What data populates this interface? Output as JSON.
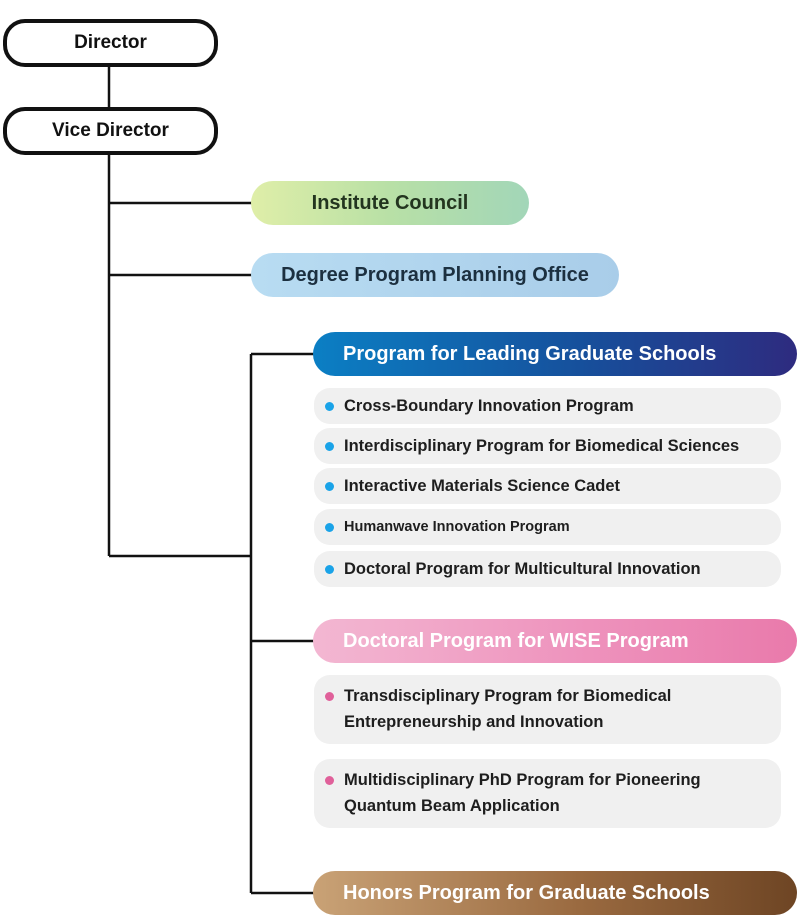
{
  "director": "Director",
  "vice_director": "Vice Director",
  "institute_council": "Institute Council",
  "planning_office": "Degree Program Planning Office",
  "leading": {
    "title": "Program for Leading Graduate Schools",
    "items": [
      "Cross-Boundary Innovation Program",
      "Interdisciplinary Program for Biomedical Sciences",
      "Interactive Materials Science Cadet",
      "Humanwave Innovation Program",
      "Doctoral Program for Multicultural Innovation"
    ]
  },
  "wise": {
    "title": "Doctoral Program for WISE Program",
    "items": [
      {
        "line1": "Transdisciplinary Program for Biomedical",
        "line2": "Entrepreneurship and Innovation"
      },
      {
        "line1": "Multidisciplinary PhD Program for Pioneering",
        "line2": "Quantum Beam Application"
      }
    ]
  },
  "honors": "Honors Program for Graduate Schools",
  "colors": {
    "line": "#111111",
    "leading_dot": "#1aa3e8",
    "wise_dot": "#e0609a"
  }
}
